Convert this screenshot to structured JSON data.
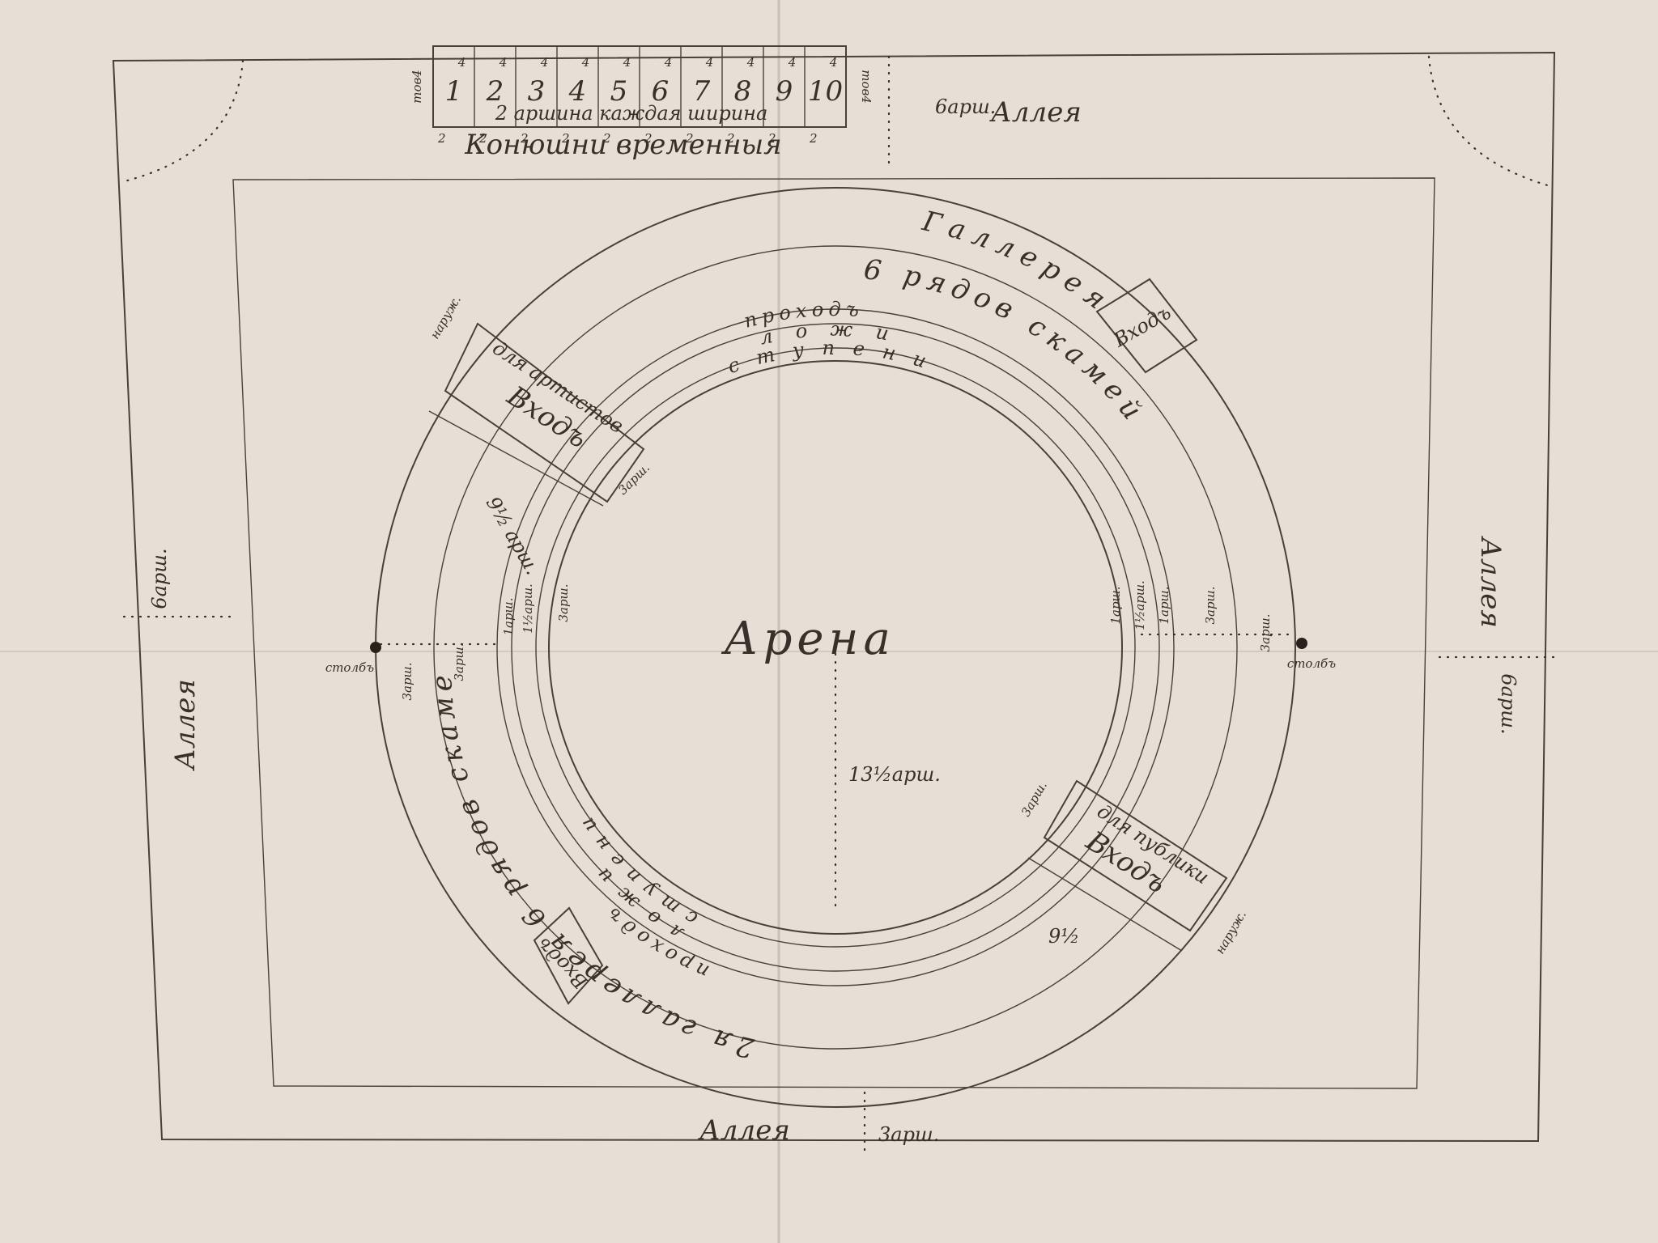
{
  "colors": {
    "paper": "#e6dfd6",
    "outer_band": "#ddd8cc",
    "inner_area": "#d9dccc",
    "galleries": "#dccdc9",
    "passage": "#d8c6cc",
    "loges": "#dcc2d2",
    "steps": "#d9dab0",
    "arena": "#e2ddcd",
    "entrance_box": "#bc9a8a",
    "stalls_strip": "#d8dba3",
    "ink": "#3a2f2a"
  },
  "stalls": {
    "numbers": [
      "1",
      "2",
      "3",
      "4",
      "5",
      "6",
      "7",
      "8",
      "9",
      "10"
    ],
    "top_marks": [
      "4",
      "4",
      "4",
      "4",
      "4",
      "4",
      "4",
      "4",
      "4",
      "4"
    ],
    "left_side_label": "тов4",
    "right_side_label": "тов4",
    "width_note": "2 аршина каждая ширина",
    "bottom_marks": [
      "2",
      "2",
      "2",
      "2",
      "2",
      "2",
      "2",
      "2",
      "2",
      "2"
    ],
    "caption": "Конюшни временныя"
  },
  "alleys": {
    "top": "Аллея",
    "top_dim": "6арш.",
    "bottom": "Аллея",
    "bottom_dim": "3арш.",
    "left": "Аллея",
    "left_dim": "6арш.",
    "right": "Аллея",
    "right_dim": "6арш."
  },
  "rings": {
    "gallery": "Галлерея",
    "rows_top": "6 рядов скамей",
    "passage_top": "проходъ",
    "loges_top": "ложи",
    "steps_top": "ступени",
    "rows_bottom": "2я галлерея 6 рядов скамей",
    "passage_bottom": "проходъ",
    "loges_bottom": "ложи",
    "steps_bottom": "ступени"
  },
  "arena": {
    "label": "Арена",
    "radius_dim": "13½арш."
  },
  "entrances": {
    "main_top": "Входъ",
    "main_bottom": "Входъ",
    "artists_label": "для артистов",
    "artists_entry": "Входъ",
    "public_label": "для публики",
    "public_entry": "Входъ",
    "artists_width": "9½ арш.",
    "public_width": "9½",
    "depth_note_a": "3арш.",
    "depth_note_b": "наруж.",
    "depth_note_c": "3арш.",
    "depth_note_d": "наруж."
  },
  "posts": {
    "left": "столбъ",
    "right": "столбъ"
  },
  "dimensions": {
    "left": [
      "3арш.",
      "3арш.",
      "1арш.",
      "1½арш.",
      "3арш."
    ],
    "right": [
      "1арш.",
      "1½арш.",
      "1арш.",
      "3арш.",
      "3арш."
    ]
  }
}
